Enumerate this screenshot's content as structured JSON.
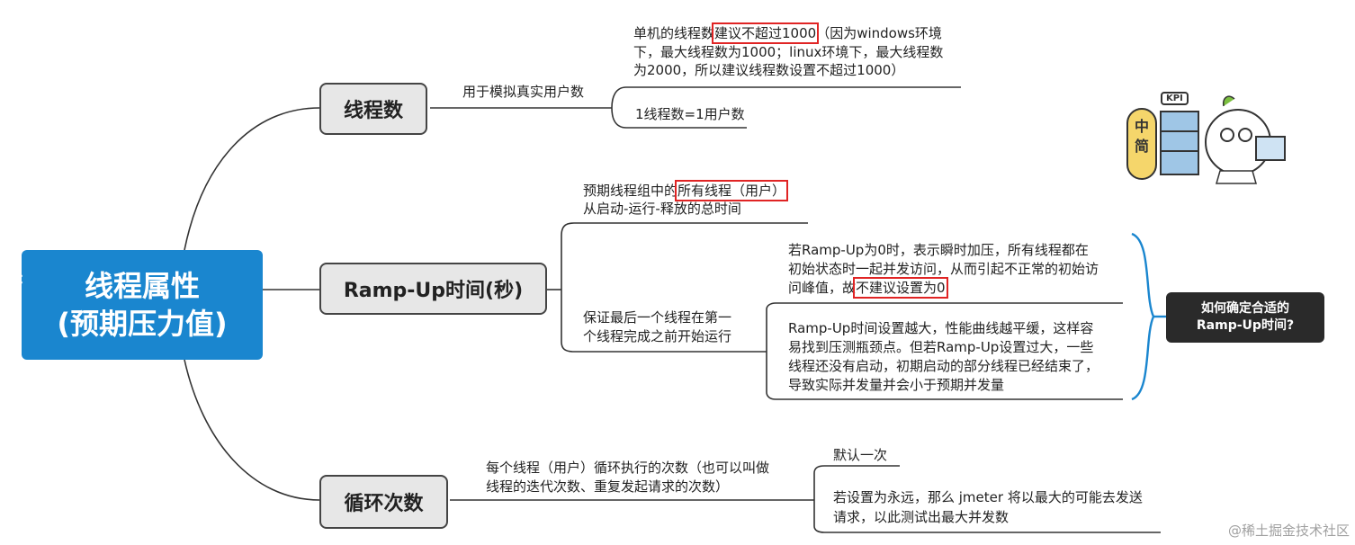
{
  "root": {
    "line1": "线程属性",
    "line2": "(预期压力值)",
    "caret": "‹"
  },
  "branches": {
    "threads": {
      "label": "线程数",
      "desc": "用于模拟真实用户数",
      "note1": {
        "pre": "单机的线程数",
        "hl": "建议不超过1000",
        "post1": "（因为windows环境",
        "line2": "下，最大线程数为1000；linux环境下，最大线程数",
        "line3": "为2000，所以建议线程数设置不超过1000）"
      },
      "note2": "1线程数=1用户数"
    },
    "rampup": {
      "label": "Ramp-Up时间(秒)",
      "def": {
        "pre": "预期线程组中的",
        "hl": "所有线程（用户）",
        "line2": "从启动-运行-释放的总时间"
      },
      "guarantee": {
        "line1": "保证最后一个线程在第一",
        "line2": "个线程完成之前开始运行"
      },
      "case0": {
        "line1": "若Ramp-Up为0时，表示瞬时加压，所有线程都在",
        "line2": "初始状态时一起并发访问，从而引起不正常的初始访",
        "pre3": "问峰值，故",
        "hl": "不建议设置为0"
      },
      "caseLarge": {
        "line1": "Ramp-Up时间设置越大，性能曲线越平缓，这样容",
        "line2": "易找到压测瓶颈点。但若Ramp-Up设置过大，一些",
        "line3": "线程还没有启动，初期启动的部分线程已经结束了，",
        "line4": "导致实际并发量并会小于预期并发量"
      },
      "callout": {
        "line1": "如何确定合适的",
        "line2": "Ramp-Up时间?"
      }
    },
    "loops": {
      "label": "循环次数",
      "desc": {
        "line1": "每个线程（用户）循环执行的次数（也可以叫做",
        "line2": "线程的迭代次数、重复发起请求的次数）"
      },
      "default": "默认一次",
      "forever": {
        "line1": "若设置为永远，那么 jmeter 将以最大的可能去发送",
        "line2": "请求，以此测试出最大并发数"
      }
    }
  },
  "sticker": {
    "badge": "KPI",
    "pill": "中简"
  },
  "watermark": "@稀土掘金技术社区"
}
